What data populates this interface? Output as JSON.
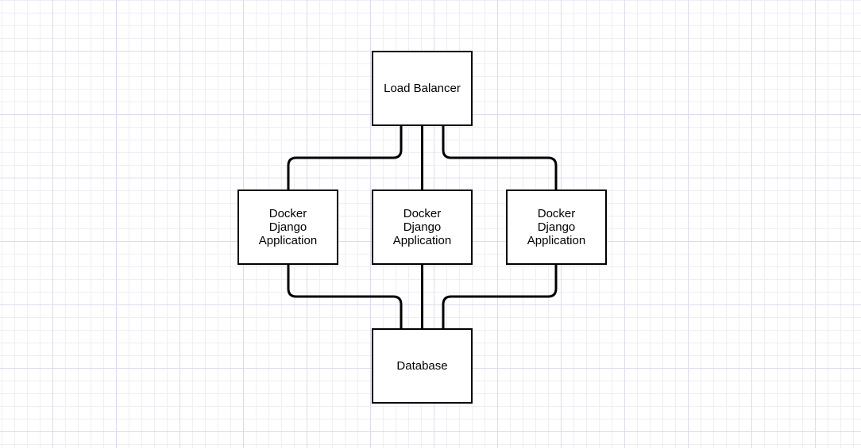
{
  "diagram": {
    "nodes": {
      "load_balancer": {
        "label": "Load Balancer"
      },
      "app_1": {
        "label": "Docker\nDjango\nApplication"
      },
      "app_2": {
        "label": "Docker\nDjango\nApplication"
      },
      "app_3": {
        "label": "Docker\nDjango\nApplication"
      },
      "database": {
        "label": "Database"
      }
    },
    "edges": [
      {
        "from": "load_balancer",
        "to": "app_1"
      },
      {
        "from": "load_balancer",
        "to": "app_2"
      },
      {
        "from": "load_balancer",
        "to": "app_3"
      },
      {
        "from": "app_1",
        "to": "database"
      },
      {
        "from": "app_2",
        "to": "database"
      },
      {
        "from": "app_3",
        "to": "database"
      }
    ],
    "colors": {
      "stroke": "#000000",
      "node_fill": "#ffffff",
      "grid": "#dcdcec"
    }
  }
}
